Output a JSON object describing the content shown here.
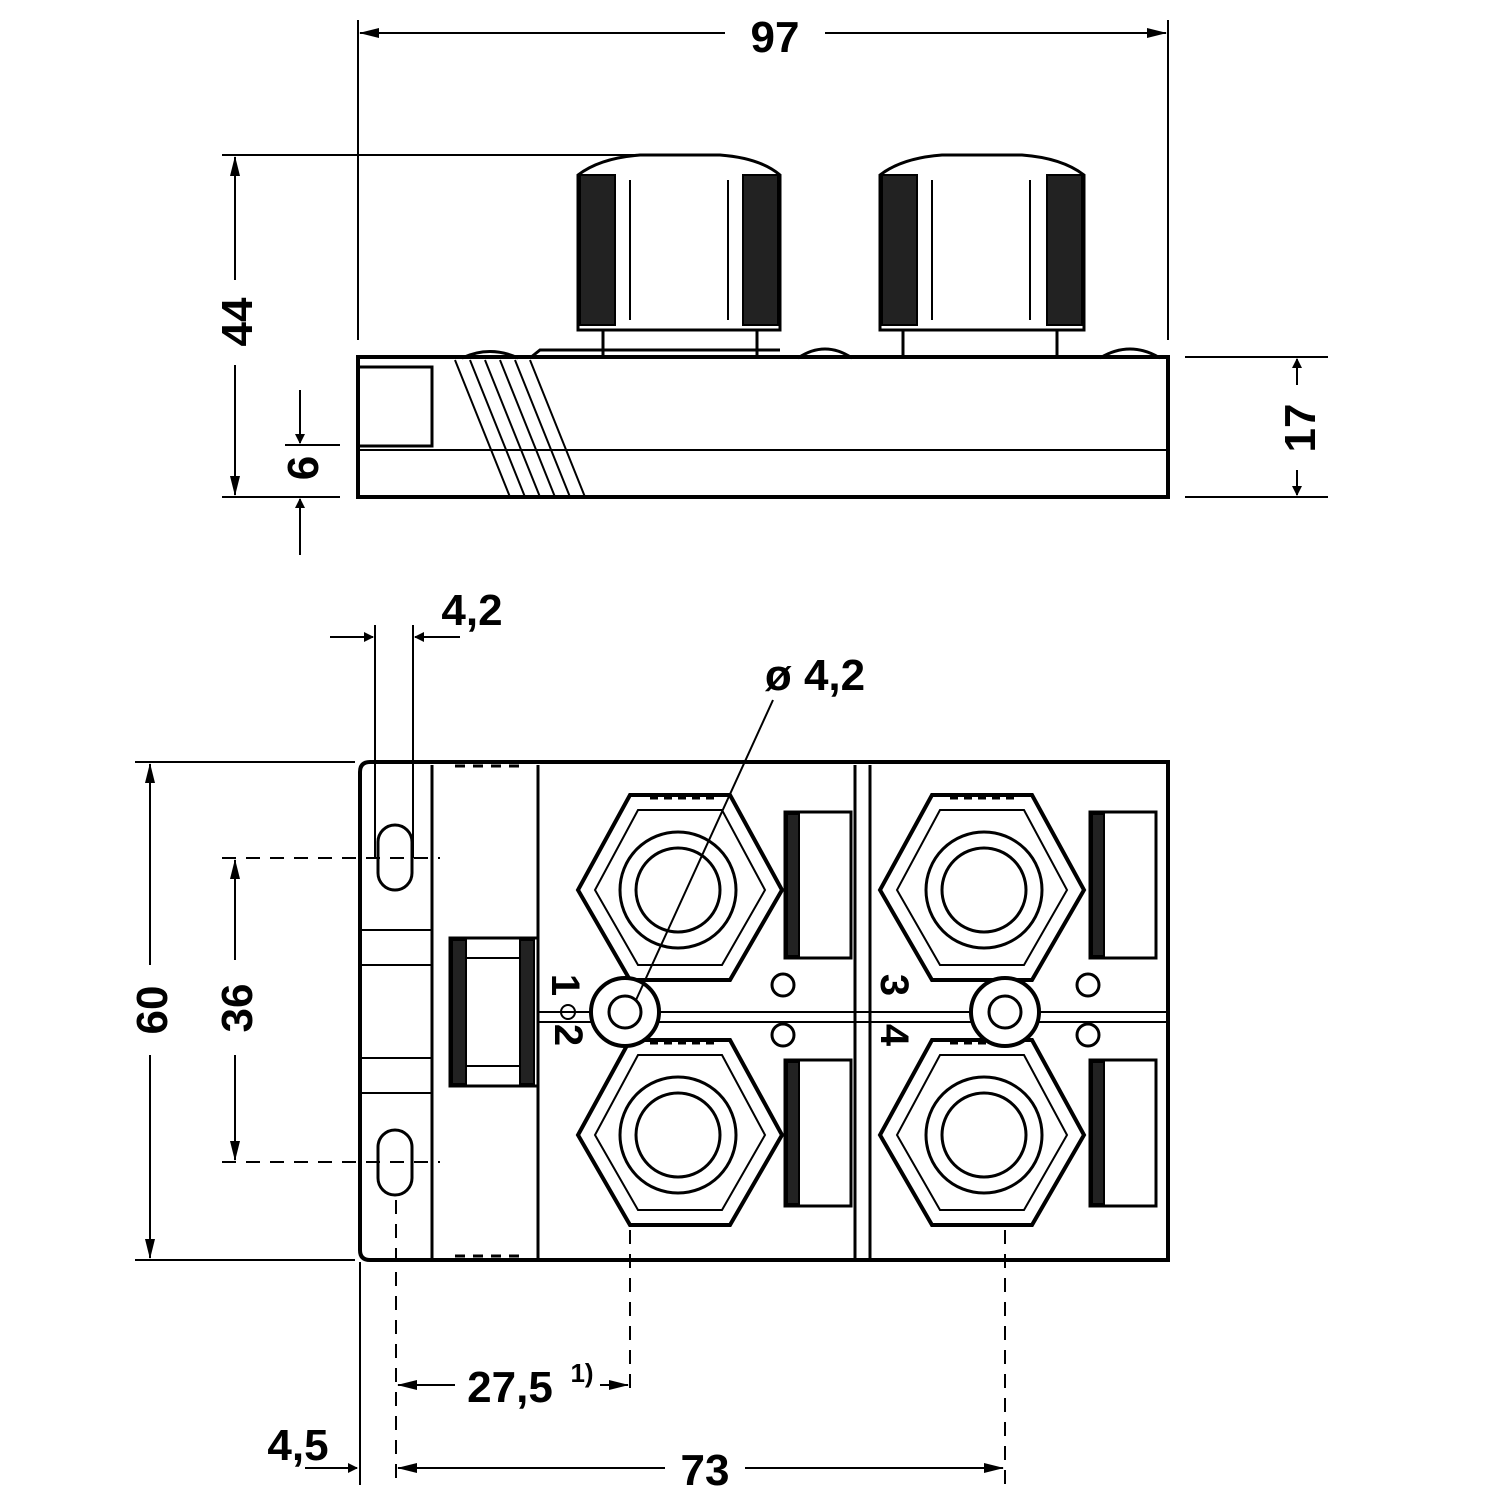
{
  "dimensions": {
    "overall_length": "97",
    "overall_height": "44",
    "base_offset": "6",
    "body_height": "17",
    "slot_width": "4,2",
    "hole_diameter": "ø 4,2",
    "width": "60",
    "hole_spacing": "36",
    "connector_offset": "27,5",
    "connector_offset_note": "1)",
    "edge_offset": "4,5",
    "connector_spacing": "73"
  },
  "port_labels": {
    "p1": "1",
    "p2": "2",
    "p3": "3",
    "p4": "4"
  }
}
